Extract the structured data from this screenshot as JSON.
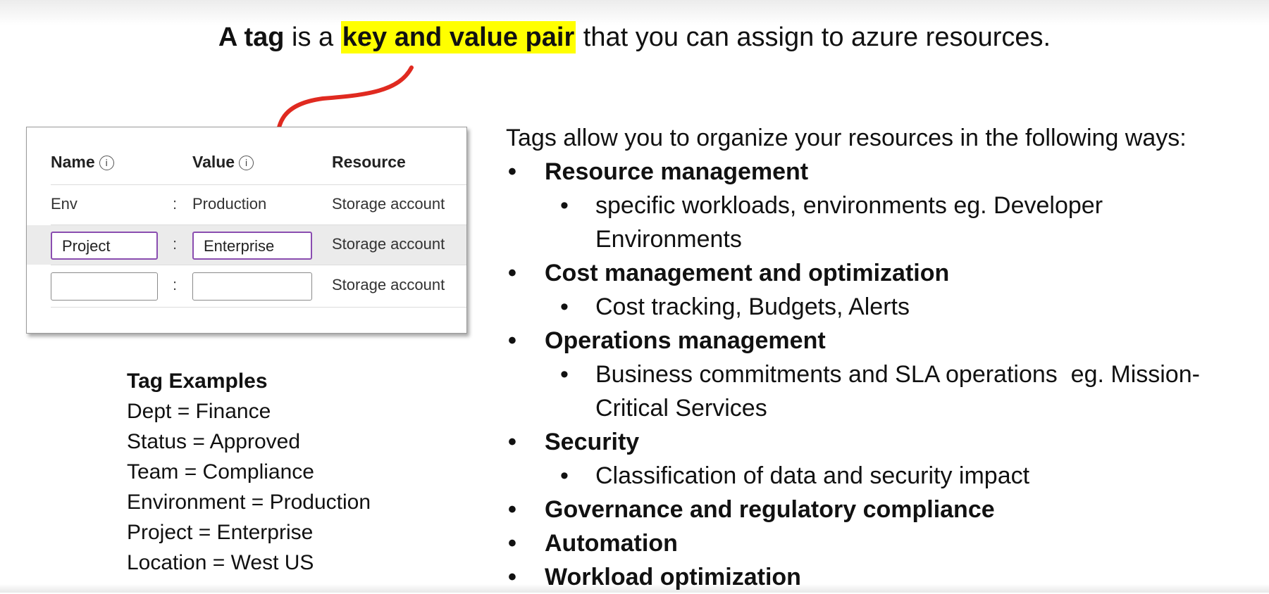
{
  "headline": {
    "part1_bold": "A tag",
    "part2": " is a ",
    "part3_highlight": "key and value pair",
    "part4": " that you can assign to azure resources."
  },
  "tag_table": {
    "columns": {
      "name": "Name",
      "value": "Value",
      "resource": "Resource",
      "info_icon": "info-icon"
    },
    "separator": ":",
    "rows": [
      {
        "name": "Env",
        "value": "Production",
        "resource": "Storage account"
      },
      {
        "name": "Project",
        "value": "Enterprise",
        "resource": "Storage account"
      },
      {
        "name": "",
        "value": "",
        "resource": "Storage account"
      }
    ]
  },
  "examples": {
    "title": "Tag Examples",
    "items": [
      "Dept = Finance",
      "Status = Approved",
      "Team = Compliance",
      "Environment = Production",
      "Project = Enterprise",
      "Location = West US"
    ]
  },
  "ways": {
    "intro": "Tags allow you to organize your resources in the following ways:",
    "bullet_glyph": "•",
    "items": [
      {
        "title": "Resource management",
        "subs": [
          "specific workloads, environments eg. Developer",
          "Environments"
        ]
      },
      {
        "title": "Cost management and optimization",
        "subs": [
          "Cost tracking, Budgets, Alerts"
        ]
      },
      {
        "title": "Operations management",
        "subs": [
          "Business commitments and SLA operations  eg. Mission-",
          "Critical Services"
        ]
      },
      {
        "title": "Security",
        "subs": [
          "Classification of data and security impact"
        ]
      },
      {
        "title": "Governance and regulatory compliance",
        "subs": []
      },
      {
        "title": "Automation",
        "subs": []
      },
      {
        "title": "Workload optimization",
        "subs": []
      }
    ]
  },
  "colors": {
    "highlight": "#ffff00",
    "arrow": "#e02a20",
    "active_input_border": "#8a4db0",
    "selected_row": "#ebebeb"
  }
}
